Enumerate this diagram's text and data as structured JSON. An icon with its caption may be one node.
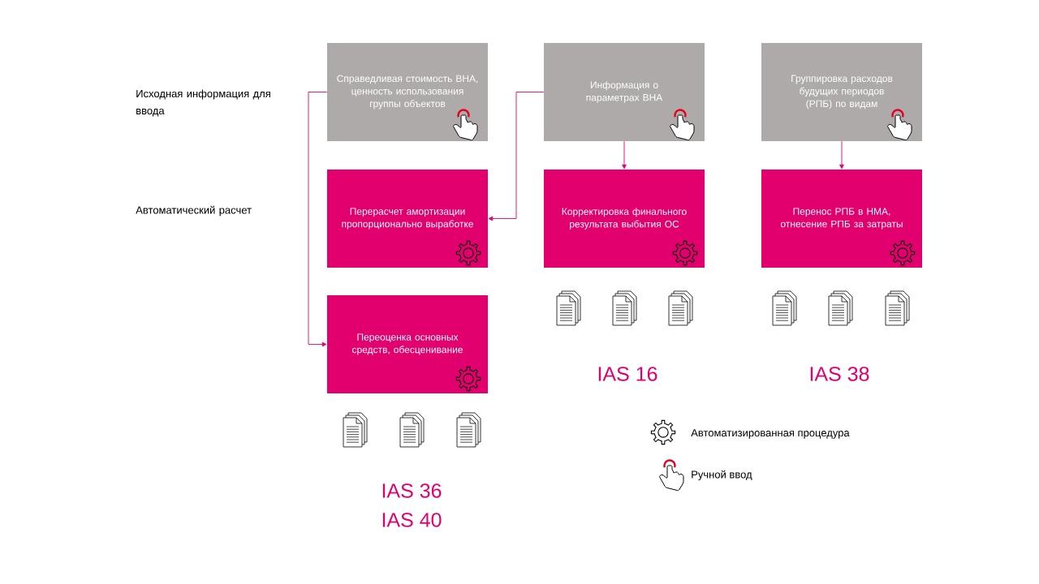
{
  "diagram": {
    "nodes": [
      {
        "text": [
          "Справедливая стоимость ВНА, ценность использования группы объектов"
        ]
      },
      {
        "text": [
          "Информация о параметрах ВНА"
        ]
      },
      {
        "text": [
          "Группировка расходов будущих периодов (РПБ) по видам"
        ]
      },
      {
        "text": [
          "Перерасчет амортизации пропорционально выработке"
        ]
      },
      {
        "text": [
          "Корректировка финального результата выбытия ОС"
        ]
      },
      {
        "text": [
          "Перенос РПБ в НМА, отнесение РПБ за затраты"
        ]
      },
      {
        "text": [
          "Переоценка основных средств, обесценивание"
        ]
      }
    ],
    "edges": [
      {
        "from": 0,
        "to": 6,
        "arrow": "to"
      },
      {
        "from": 1,
        "to": 3,
        "arrow": "to"
      },
      {
        "from": 1,
        "to": 4,
        "arrow": "to"
      },
      {
        "from": 2,
        "to": 5,
        "arrow": "to"
      }
    ],
    "labels": [
      "Исходная информация для ввода",
      "Автоматический расчет",
      "IAS 16",
      "IAS 38",
      "IAS 36",
      "IAS 40"
    ],
    "legend": [
      {
        "text": "Автоматизированная процедура"
      },
      {
        "text": "Ручной ввод"
      }
    ]
  }
}
